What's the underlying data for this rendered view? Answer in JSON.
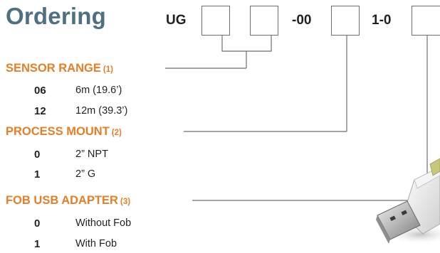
{
  "header": {
    "title": "Ordering",
    "code_prefix": "UG",
    "code_mid": "-00",
    "code_mid2": "1-0"
  },
  "sections": [
    {
      "label": "SENSOR RANGE",
      "number": "(1)",
      "options": [
        {
          "code": "06",
          "desc": "6m (19.6’)"
        },
        {
          "code": "12",
          "desc": "12m (39.3’)"
        }
      ]
    },
    {
      "label": "PROCESS MOUNT",
      "number": "(2)",
      "options": [
        {
          "code": "0",
          "desc": "2” NPT"
        },
        {
          "code": "1",
          "desc": "2” G"
        }
      ]
    },
    {
      "label": "FOB USB ADAPTER",
      "number": "(3)",
      "options": [
        {
          "code": "0",
          "desc": "Without Fob"
        },
        {
          "code": "1",
          "desc": "With Fob"
        }
      ]
    }
  ],
  "colors": {
    "title": "#4f7082",
    "section": "#e57f25",
    "text": "#231f20",
    "box_border": "#6d6e71"
  },
  "image": {
    "icon": "usb-fob-adapter-image"
  }
}
